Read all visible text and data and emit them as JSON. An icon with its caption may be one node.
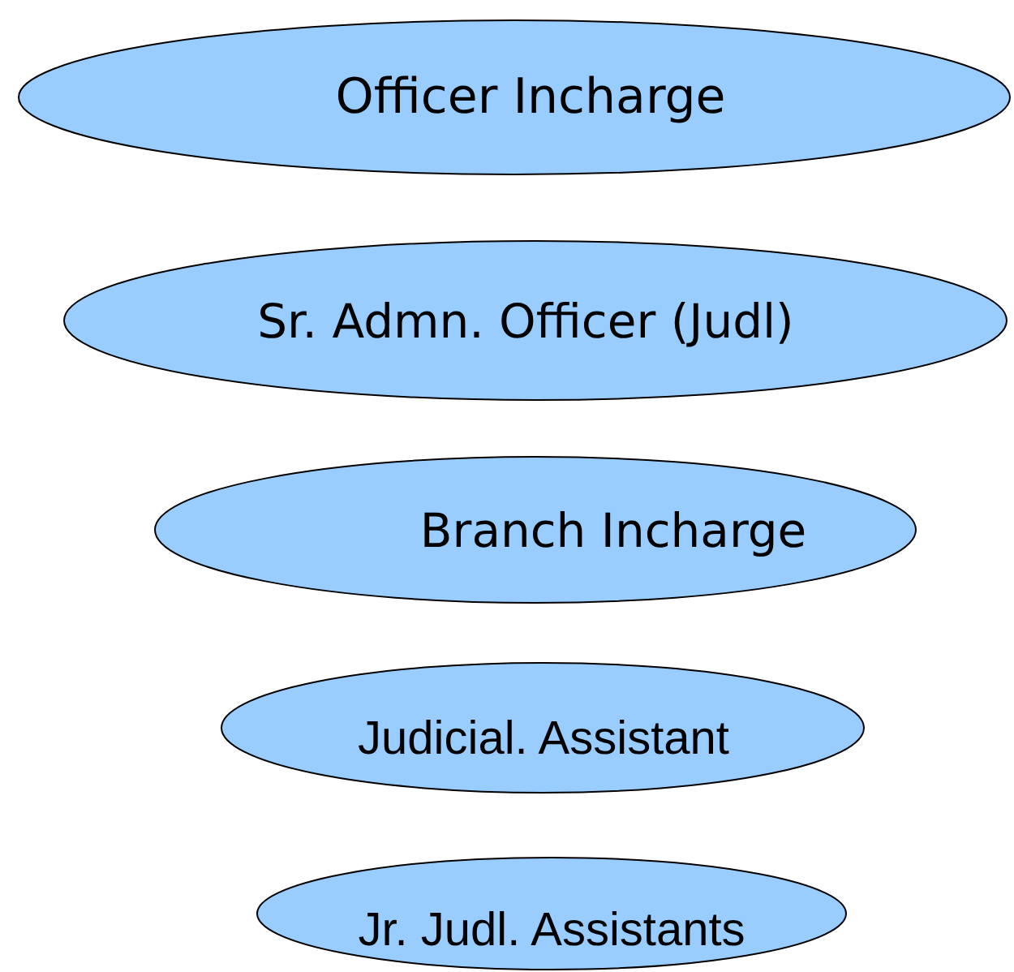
{
  "diagram": {
    "nodes": [
      {
        "text": [
          "Officer Incharge"
        ]
      },
      {
        "text": [
          "Sr. Admn. Officer (Judl)"
        ]
      },
      {
        "text": [
          "Branch Incharge"
        ]
      },
      {
        "text": [
          "Judicial. Assistant"
        ]
      },
      {
        "text": [
          "Jr. Judl. Assistants"
        ]
      }
    ]
  }
}
